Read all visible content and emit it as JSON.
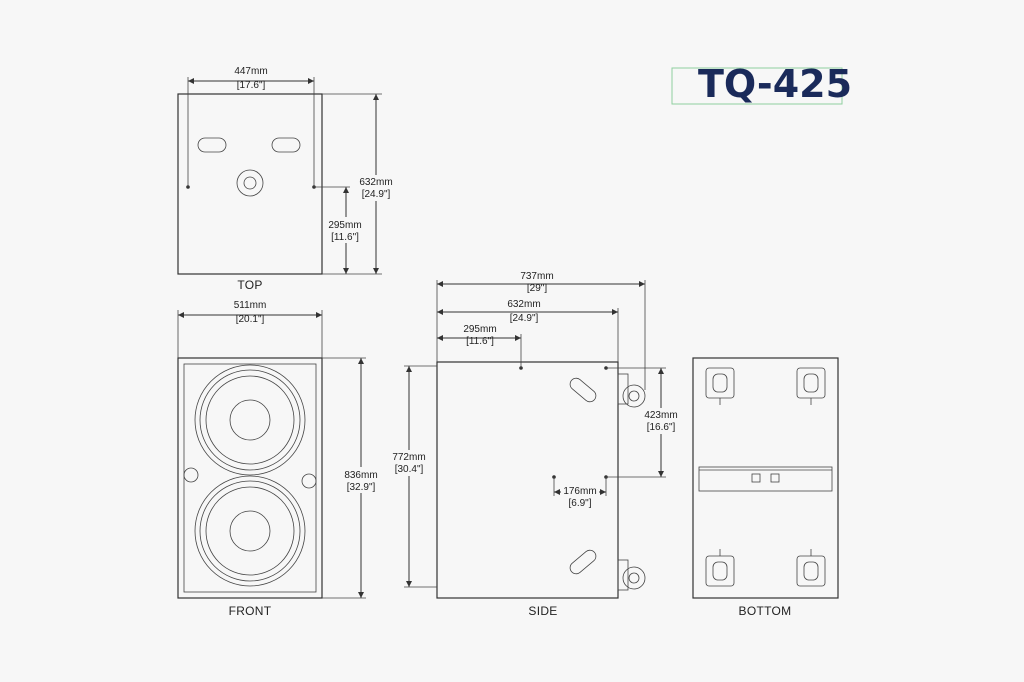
{
  "title": "TQ-425",
  "colors": {
    "title": "#1a2a5a",
    "title_box": "#8fcf9f",
    "line": "#333333"
  },
  "views": {
    "top": {
      "label": "TOP",
      "width_mm": "447mm",
      "width_in": "[17.6\"]",
      "depth_mm": "632mm",
      "depth_in": "[24.9\"]",
      "hole_mm": "295mm",
      "hole_in": "[11.6\"]"
    },
    "front": {
      "label": "FRONT",
      "width_mm": "511mm",
      "width_in": "[20.1\"]",
      "height_mm": "836mm",
      "height_in": "[32.9\"]"
    },
    "side": {
      "label": "SIDE",
      "overall_mm": "737mm",
      "overall_in": "[29\"]",
      "depth_mm": "632mm",
      "depth_in": "[24.9\"]",
      "hole_mm": "295mm",
      "hole_in": "[11.6\"]",
      "height_mm": "772mm",
      "height_in": "[30.4\"]",
      "hang_mm": "423mm",
      "hang_in": "[16.6\"]",
      "spacing_mm": "176mm",
      "spacing_in": "[6.9\"]"
    },
    "bottom": {
      "label": "BOTTOM"
    }
  }
}
